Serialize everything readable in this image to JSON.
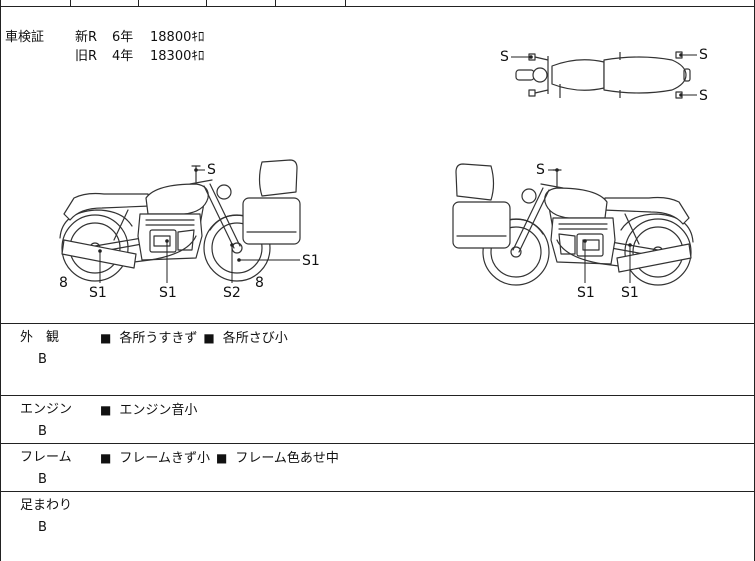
{
  "registration": {
    "label": "車検証",
    "records": [
      {
        "class": "新R",
        "years": "6年",
        "mileage": "18800ｷﾛ"
      },
      {
        "class": "旧R",
        "years": "4年",
        "mileage": "18300ｷﾛ"
      }
    ]
  },
  "diagram": {
    "top_view": {
      "labels": [
        "S",
        "S",
        "S"
      ]
    },
    "left_view": {
      "labels": [
        "S",
        "S1",
        "8",
        "S1",
        "S1",
        "S2",
        "8"
      ]
    },
    "right_view": {
      "labels": [
        "S",
        "S1",
        "S1"
      ]
    }
  },
  "marker": "■",
  "sections": [
    {
      "label": "外　観",
      "grade": "B",
      "notes": [
        "各所うすきず",
        "各所さび小"
      ]
    },
    {
      "label": "エンジン",
      "grade": "B",
      "notes": [
        "エンジン音小"
      ]
    },
    {
      "label": "フレーム",
      "grade": "B",
      "notes": [
        "フレームきず小",
        "フレーム色あせ中"
      ]
    },
    {
      "label": "足まわり",
      "grade": "B"
    }
  ]
}
